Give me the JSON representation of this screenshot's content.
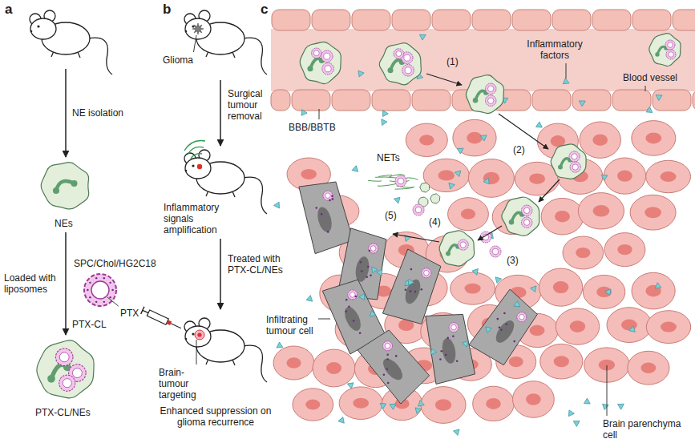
{
  "diagram": {
    "labels": [
      "a",
      "b",
      "c",
      "NE isolation",
      "NEs",
      "SPC/Chol/HG2C18",
      "Loaded with liposomes",
      "PTX",
      "PTX-CL",
      "PTX-CL/NEs",
      "Glioma",
      "Surgical tumour removal",
      "Inflammatory signals amplification",
      "Treated with PTX-CL/NEs",
      "Brain-tumour targeting",
      "Enhanced suppression on glioma recurrence",
      "(1)",
      "Inflammatory factors",
      "Blood vessel",
      "BBB/BBTB",
      "NETs",
      "(2)",
      "(5)",
      "(4)",
      "(3)",
      "Infiltrating tumour cell",
      "Brain parenchyma cell"
    ]
  }
}
